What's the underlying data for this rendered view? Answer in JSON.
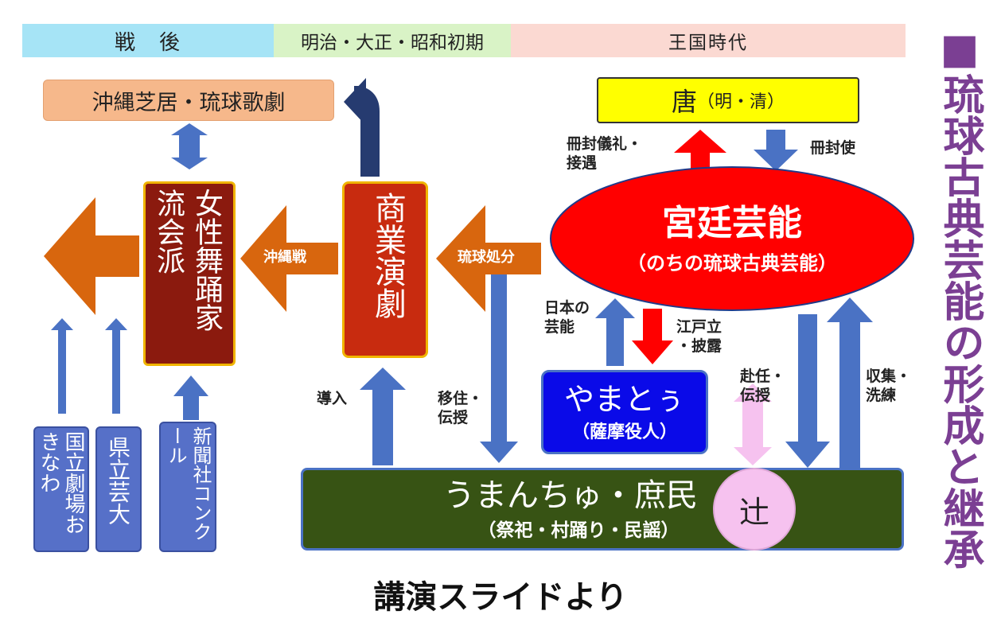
{
  "period_bands": {
    "postwar": "戦　後",
    "meiji": "明治・大正・昭和初期",
    "kingdom": "王国時代"
  },
  "side_title": "■琉球古典芸能の形成と継承",
  "boxes": {
    "okinawa_shibai": "沖縄芝居・琉球歌劇",
    "tou": "唐",
    "tou_sub": "（明・清）",
    "kyutei": "宮廷芸能",
    "kyutei_sub": "（のちの琉球古典芸能）",
    "ryuha": "流会派",
    "josei": "女性舞踊家",
    "shogyo": "商業演劇",
    "yamatou": "やまとぅ",
    "yamatou_sub": "（薩摩役人）",
    "umanchu": "うまんちゅ・庶民",
    "umanchu_sub": "（祭祀・村踊り・民謡）",
    "tsuji": "辻",
    "kokuritsu": "国立劇場おきなわ",
    "kenritsu": "県立芸大",
    "shinbun": "新聞社コンクール"
  },
  "arrow_labels": {
    "okinawa_sen": "沖縄戦",
    "ryukyu_shobun": "琉球処分",
    "sakuhou_gire": "冊封儀礼・\n接遇",
    "sakuhoushi": "冊封使",
    "nihon_geinou": "日本の\n芸能",
    "edo_nobori": "江戸立\n・披露",
    "funin": "赴任・\n伝授",
    "shushu": "収集・\n洗練",
    "dounyu": "導入",
    "iju": "移住・\n伝授"
  },
  "caption": "講演スライドより",
  "colors": {
    "band_postwar": "#a6e4f6",
    "band_meiji": "#d9f3c6",
    "band_kingdom": "#fbd9d2",
    "shibai": "#f6b88b",
    "tou": "#ffff00",
    "kyutei": "#ff0000",
    "brown": "#8b1a0e",
    "yamatou": "#0a0ae8",
    "umanchu": "#375314",
    "tsuji": "#f6c2ef",
    "blue_arrow": "#4a72c4",
    "orange_arrow": "#d8660e",
    "purple": "#7b3f93"
  }
}
